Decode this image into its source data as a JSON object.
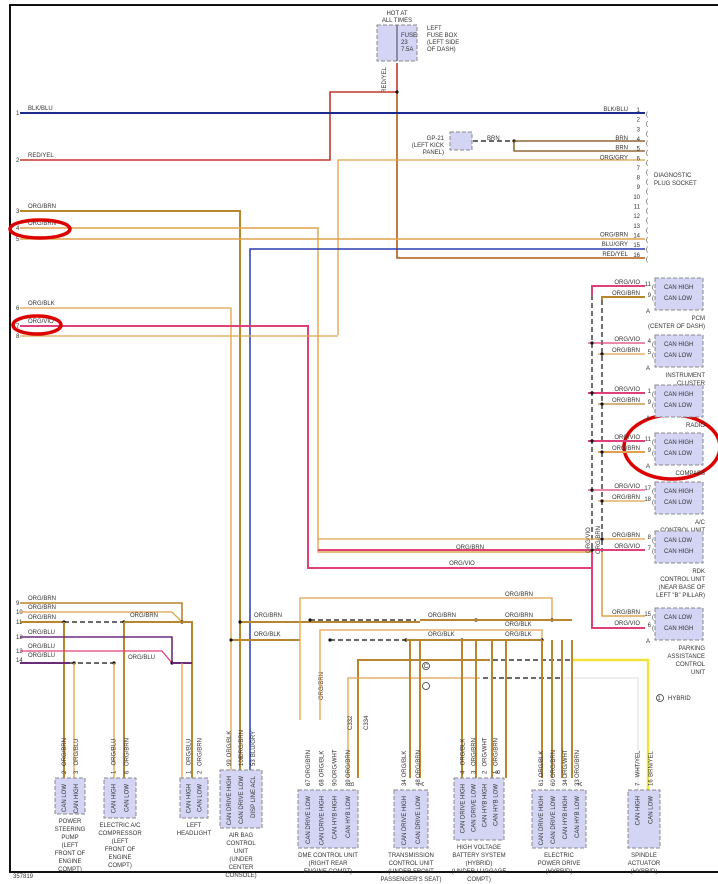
{
  "diagram": {
    "id_number": "357819",
    "fuse_box": {
      "hot_label": [
        "HOT AT",
        "ALL TIMES"
      ],
      "fuse_label": [
        "FUSE",
        "23",
        "7.5A"
      ],
      "location": [
        "LEFT",
        "FUSE BOX",
        "(LEFT SIDE",
        "OF DASH)"
      ],
      "wire": "RED/YEL"
    },
    "ground": {
      "label": [
        "GP-21",
        "(LEFT KICK",
        "PANEL)"
      ],
      "wire": "BRN"
    },
    "diagnostic_socket": {
      "label": [
        "DIAGNOSTIC",
        "PLUG SOCKET"
      ],
      "pins": [
        "1",
        "2",
        "3",
        "4",
        "5",
        "6",
        "7",
        "8",
        "9",
        "10",
        "11",
        "12",
        "13",
        "14",
        "15",
        "16"
      ],
      "wires": [
        {
          "pin": "1",
          "color": "BLK/BLU"
        },
        {
          "pin": "4",
          "color": "BRN"
        },
        {
          "pin": "5",
          "color": "BRN"
        },
        {
          "pin": "6",
          "color": "ORG/GRY"
        },
        {
          "pin": "14",
          "color": "ORG/BRN"
        },
        {
          "pin": "15",
          "color": "BLU/GRY"
        },
        {
          "pin": "16",
          "color": "RED/YEL"
        }
      ]
    },
    "left_connector_top": [
      {
        "num": "1",
        "wire": "BLK/BLU"
      },
      {
        "num": "2",
        "wire": "RED/YEL"
      },
      {
        "num": "3",
        "wire": "ORG/BRN"
      },
      {
        "num": "4",
        "wire": "ORG/BRN"
      },
      {
        "num": "5",
        "wire": ""
      },
      {
        "num": "6",
        "wire": "ORG/BLK"
      },
      {
        "num": "7",
        "wire": "ORG/VIO"
      },
      {
        "num": "8",
        "wire": ""
      }
    ],
    "left_connector_bottom": [
      {
        "num": "9",
        "wire": "ORG/BRN"
      },
      {
        "num": "10",
        "wire": "ORG/BRN"
      },
      {
        "num": "11",
        "wire": "ORG/BRN"
      },
      {
        "num": "12",
        "wire": "ORG/BLU"
      },
      {
        "num": "13",
        "wire": "ORG/BLU"
      },
      {
        "num": "14",
        "wire": "ORG/BLU"
      }
    ],
    "mid_wire_labels": {
      "w11_branch": "ORG/BRN",
      "w14_branch": "ORG/BLU",
      "airbag_brn": "ORG/BRN",
      "airbag_blk": "ORG/BLK",
      "dme_top": "ORG/BRN",
      "bus_brn_1": "ORG/BRN",
      "bus_brn_2": "ORG/BRN",
      "bus_blk_0": "ORG/BLK",
      "bus_blk_1": "ORG/BLK",
      "bus_blk_2": "ORG/BLK",
      "rdk_brn": "ORG/BRN",
      "rdk_vio": "ORG/VIO",
      "lower_brn": "ORG/BRN",
      "vert_vio": "ORG/VIO",
      "vert_brn": "ORG/BRN",
      "c2": "C2",
      "c1": "C1",
      "c332": "C332",
      "c334": "C334"
    },
    "right_modules": [
      {
        "name": [
          "PCM",
          "(CENTER OF DASH)"
        ],
        "pins": [
          {
            "wire": "ORG/VIO",
            "pin": "11",
            "sig": "CAN HIGH"
          },
          {
            "wire": "ORG/BRN",
            "pin": "9",
            "sig": "CAN LOW"
          }
        ],
        "conn": "A"
      },
      {
        "name": [
          "INSTRUMENT",
          "CLUSTER"
        ],
        "pins": [
          {
            "wire": "ORG/VIO",
            "pin": "4",
            "sig": "CAN HIGH"
          },
          {
            "wire": "ORG/BRN",
            "pin": "5",
            "sig": "CAN LOW"
          }
        ],
        "conn": "A"
      },
      {
        "name": [
          "RADIO"
        ],
        "pins": [
          {
            "wire": "ORG/VIO",
            "pin": "1",
            "sig": "CAN HIGH"
          },
          {
            "wire": "ORG/BRN",
            "pin": "9",
            "sig": "CAN LOW"
          }
        ],
        "conn": "A"
      },
      {
        "name": [
          "COMPASS"
        ],
        "pins": [
          {
            "wire": "ORG/VIO",
            "pin": "11",
            "sig": "CAN HIGH"
          },
          {
            "wire": "ORG/BRN",
            "pin": "9",
            "sig": "CAN LOW"
          }
        ],
        "conn": "A"
      },
      {
        "name": [
          "A/C",
          "CONTROL UNIT"
        ],
        "pins": [
          {
            "wire": "ORG/VIO",
            "pin": "17",
            "sig": "CAN HIGH"
          },
          {
            "wire": "ORG/BRN",
            "pin": "18",
            "sig": "CAN LOW"
          }
        ],
        "conn": ""
      },
      {
        "name": [
          "RDK",
          "CONTROL UNIT",
          "(NEAR BASE OF",
          "LEFT \"B\" PILLAR)"
        ],
        "pins": [
          {
            "wire": "ORG/BRN",
            "pin": "8",
            "sig": "CAN LOW"
          },
          {
            "wire": "ORG/VIO",
            "pin": "7",
            "sig": "CAN HIGH"
          }
        ],
        "conn": ""
      },
      {
        "name": [
          "PARKING",
          "ASSISTANCE",
          "CONTROL",
          "UNIT"
        ],
        "pins": [
          {
            "wire": "ORG/BRN",
            "pin": "15",
            "sig": "CAN LOW"
          },
          {
            "wire": "ORG/VIO",
            "pin": "6",
            "sig": "CAN HIGH"
          }
        ],
        "conn": "A"
      }
    ],
    "hybrid_note": {
      "num": "1",
      "text": "HYBRID"
    },
    "bottom_modules": [
      {
        "name": [
          "POWER",
          "STEERING",
          "PUMP",
          "(LEFT",
          "FRONT OF",
          "ENGINE",
          "COMPT)"
        ],
        "pins": [
          {
            "wire": "ORG/BRN",
            "pin": "2",
            "sig": "CAN LOW"
          },
          {
            "wire": "ORG/BLU",
            "pin": "3",
            "sig": "CAN HIGH"
          }
        ]
      },
      {
        "name": [
          "ELECTRIC A/C",
          "COMPRESSOR",
          "(LEFT",
          "FRONT OF",
          "ENGINE",
          "COMPT)"
        ],
        "pins": [
          {
            "wire": "ORG/BLU",
            "pin": "1",
            "sig": "CAN HIGH"
          },
          {
            "wire": "ORG/BRN",
            "pin": "6",
            "sig": "CAN LOW"
          }
        ]
      },
      {
        "name": [
          "LEFT",
          "HEADLIGHT"
        ],
        "pins": [
          {
            "wire": "ORG/BLU",
            "pin": "1",
            "sig": "CAN HIGH"
          },
          {
            "wire": "ORG/BRN",
            "pin": "2",
            "sig": "CAN LOW"
          }
        ]
      },
      {
        "name": [
          "AIR BAG",
          "CONTROL",
          "UNIT",
          "(UNDER",
          "CENTER",
          "CONSOLE)"
        ],
        "pins": [
          {
            "wire": "ORG/BLK",
            "pin": "99",
            "sig": "CAN DRIVE HIGH"
          },
          {
            "wire": "ORG/BRN",
            "pin": "100",
            "sig": "CAN DRIVE LOW"
          },
          {
            "wire": "BLU/GRY",
            "pin": "53",
            "sig": "DISP LINE ACL"
          }
        ]
      },
      {
        "name": [
          "DME CONTROL UNIT",
          "(RIGHT REAR",
          "ENGINE COMPT)"
        ],
        "pins": [
          {
            "wire": "ORG/BRN",
            "pin": "67",
            "sig": "CAN DRIVE LOW"
          },
          {
            "wire": "ORG/BLK",
            "pin": "68",
            "sig": "CAN DRIVE HIGH"
          },
          {
            "wire": "ORG/WHT",
            "pin": "90",
            "sig": "CAN HYB HIGH"
          },
          {
            "wire": "ORG/BRN",
            "pin": "89",
            "sig": "CAN HYB LOW"
          }
        ],
        "conn": "B"
      },
      {
        "name": [
          "TRANSMISSION",
          "CONTROL UNIT",
          "(UNDER FRONT",
          "PASSENGER'S SEAT)"
        ],
        "pins": [
          {
            "wire": "ORG/BLK",
            "pin": "34",
            "sig": "CAN DRIVE HIGH"
          },
          {
            "wire": "ORG/BRN",
            "pin": "48",
            "sig": "CAN DRIVE LOW"
          }
        ],
        "conn": "A"
      },
      {
        "name": [
          "HIGH VOLTAGE",
          "BATTERY SYSTEM",
          "(HYBRID)",
          "(UNDER LUGGAGE",
          "COMPT)"
        ],
        "pins": [
          {
            "wire": "ORG/BLK",
            "pin": "4",
            "sig": "CAN DRIVE HIGH"
          },
          {
            "wire": "ORG/BRN",
            "pin": "3",
            "sig": "CAN DRIVE LOW"
          },
          {
            "wire": "ORG/WHT",
            "pin": "2",
            "sig": "CAN HYB HIGH"
          },
          {
            "wire": "ORG/BRN",
            "pin": "1",
            "sig": "CAN HYB LOW"
          }
        ],
        "conn": "B"
      },
      {
        "name": [
          "ELECTRIC",
          "POWER DRIVE",
          "(HYBRID)"
        ],
        "pins": [
          {
            "wire": "ORG/BLK",
            "pin": "61",
            "sig": "CAN DRIVE HIGH"
          },
          {
            "wire": "ORG/BRN",
            "pin": "60",
            "sig": "CAN DRIVE LOW"
          },
          {
            "wire": "ORG/WHT",
            "pin": "34",
            "sig": "CAN HYB HIGH"
          },
          {
            "wire": "ORG/BRN",
            "pin": "33",
            "sig": "CAN HYB LOW"
          }
        ],
        "conn": "A"
      },
      {
        "name": [
          "SPINDLE",
          "ACTUATOR",
          "(HYBRID)"
        ],
        "pins": [
          {
            "wire": "WHT/YEL",
            "pin": "7",
            "sig": "CAN HIGH"
          },
          {
            "wire": "BRN/YEL",
            "pin": "16",
            "sig": "CAN LOW"
          }
        ]
      }
    ],
    "colors": {
      "blk_blu": "#1c2a8c",
      "red_yel": "#c0392b",
      "org_brn": "#b8862e",
      "org_light": "#e0a24a",
      "org_vio": "#e0407a",
      "org_blu": "#6a2c7a",
      "blu_gry": "#2a3ab0",
      "yel": "#f2e33a",
      "module_fill": "#d4d4f4",
      "annotation": "#dd0000"
    }
  }
}
